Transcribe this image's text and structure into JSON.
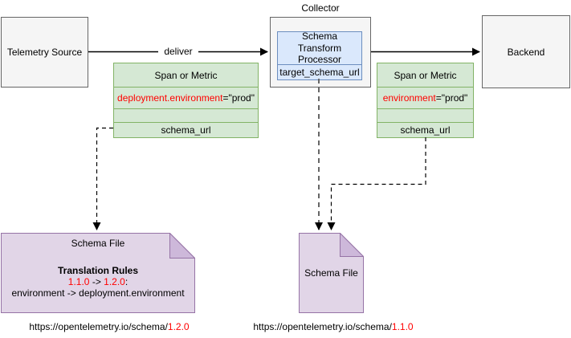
{
  "diagram": {
    "nodes": {
      "telemetry_source": {
        "label": "Telemetry Source"
      },
      "collector": {
        "label": "Collector"
      },
      "processor": {
        "title": "Schema Transform Processor",
        "url_row": "target_schema_url"
      },
      "backend": {
        "label": "Backend"
      },
      "span_left": {
        "title": "Span or Metric",
        "attr_name": "deployment.environment",
        "attr_value": "=\"prod\"",
        "schema_row": "schema_url"
      },
      "span_right": {
        "title": "Span or Metric",
        "attr_name": "environment",
        "attr_value": "=\"prod\"",
        "schema_row": "schema_url"
      },
      "schema_file_left": {
        "title": "Schema File",
        "rules_title": "Translation Rules",
        "rule_from": "1.1.0",
        "rule_arrow": " -> ",
        "rule_to": "1.2.0",
        "rule_colon": ":",
        "rule_line2": "environment -> deployment.environment"
      },
      "schema_file_mid": {
        "title": "Schema File"
      }
    },
    "edges": {
      "deliver_label": "deliver"
    },
    "urls": {
      "left": {
        "base": "https://opentelemetry.io/schema/",
        "version": "1.2.0"
      },
      "right": {
        "base": "https://opentelemetry.io/schema/",
        "version": "1.1.0"
      }
    },
    "colors": {
      "green_fill": "#d5e8d4",
      "green_stroke": "#82b366",
      "blue_fill": "#dae8fc",
      "blue_stroke": "#6c8ebf",
      "purple_fill": "#e1d5e7",
      "purple_fold": "#cdb8da",
      "purple_stroke": "#9673a6",
      "gray_fill": "#f5f5f5",
      "gray_stroke": "#666666",
      "red_text": "#ff0000"
    }
  }
}
